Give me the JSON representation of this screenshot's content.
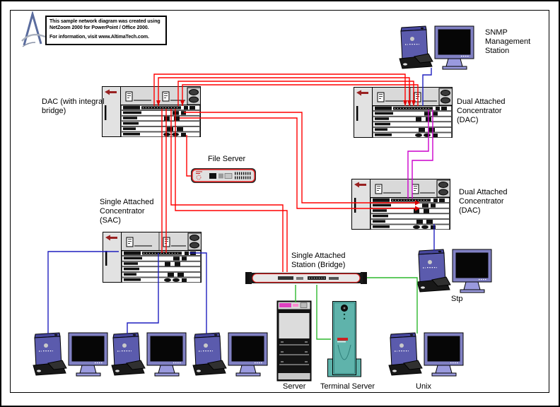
{
  "note": {
    "line1": "This sample network diagram was created using",
    "line2": "NetZoom 2000 for PowerPoint / Office 2000.",
    "line3": "For information, visit www.AltimaTech.com."
  },
  "devices": {
    "snmp_station": {
      "line1": "SNMP",
      "line2": "Management",
      "line3": "Station"
    },
    "dac_left": {
      "line1": "DAC (with integral",
      "line2": "bridge)"
    },
    "dac_top_right": {
      "line1": "Dual Attached",
      "line2": "Concentrator",
      "line3": "(DAC)"
    },
    "dac_mid_right": {
      "line1": "Dual Attached",
      "line2": "Concentrator",
      "line3": "(DAC)"
    },
    "file_server": {
      "label": "File Server"
    },
    "sac": {
      "line1": "Single Attached",
      "line2": "Concentrator",
      "line3": "(SAC)"
    },
    "bridge": {
      "line1": "Single Attached",
      "line2": "Station (Bridge)"
    },
    "stp": {
      "label": "Stp"
    },
    "server": {
      "label": "Server"
    },
    "terminal_server": {
      "label": "Terminal Server"
    },
    "unix": {
      "label": "Unix"
    }
  },
  "palette": {
    "link_red": "#ff0000",
    "link_blue": "#1f1fbf",
    "link_green": "#2db82d",
    "link_magenta": "#cc00cc",
    "device_indigo": "#5b5bad",
    "terminal_teal": "#5fb3ab",
    "rack_gray": "#d9d9d9"
  }
}
